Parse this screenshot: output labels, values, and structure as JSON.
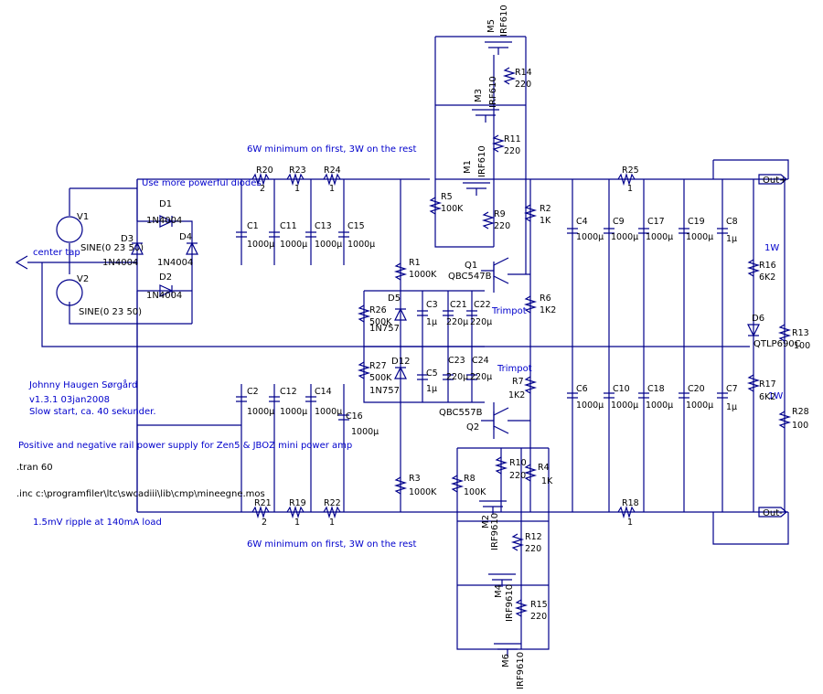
{
  "schematic": {
    "notes": {
      "power_6w_top": "6W minimum on first, 3W on the rest",
      "power_6w_bottom": "6W minimum on first, 3W on the rest",
      "diodes": "Use more powerful diodes",
      "center_tap": "center tap",
      "author": "Johnny Haugen Sørgård",
      "version": "v1.3.1 03jan2008",
      "slow_start": "Slow start, ca. 40 sekunder.",
      "description": "Positive and negative rail power supply for Zen5 & JBOZ mini power amp",
      "tran": ".tran 60",
      "include": ".inc c:\\programfiler\\ltc\\swcadiii\\lib\\cmp\\mineegne.mos",
      "ripple": "1.5mV ripple at 140mA load",
      "trimpot_top": "Trimpot",
      "trimpot_bottom": "Trimpot",
      "watt_top": "1W",
      "watt_bottom": "1W"
    },
    "ports": {
      "out_plus": "Out+",
      "out_minus": "Out-"
    },
    "sources": [
      {
        "ref": "V1",
        "value": "SINE(0 23 50)"
      },
      {
        "ref": "V2",
        "value": "SINE(0 23 50)"
      }
    ],
    "diodes": [
      {
        "ref": "D1",
        "value": "1N4004"
      },
      {
        "ref": "D2",
        "value": "1N4004"
      },
      {
        "ref": "D3",
        "value": "1N4004"
      },
      {
        "ref": "D4",
        "value": "1N4004"
      },
      {
        "ref": "D5",
        "value": "1N757"
      },
      {
        "ref": "D12",
        "value": "1N757"
      },
      {
        "ref": "D6",
        "value": "QTLP690C"
      }
    ],
    "resistors": [
      {
        "ref": "R20",
        "value": "2"
      },
      {
        "ref": "R23",
        "value": "1"
      },
      {
        "ref": "R24",
        "value": "1"
      },
      {
        "ref": "R21",
        "value": "2"
      },
      {
        "ref": "R19",
        "value": "1"
      },
      {
        "ref": "R22",
        "value": "1"
      },
      {
        "ref": "R25",
        "value": "1"
      },
      {
        "ref": "R18",
        "value": "1"
      },
      {
        "ref": "R14",
        "value": "220"
      },
      {
        "ref": "R11",
        "value": "220"
      },
      {
        "ref": "R9",
        "value": "220"
      },
      {
        "ref": "R5",
        "value": "100K"
      },
      {
        "ref": "R2",
        "value": "1K"
      },
      {
        "ref": "R1",
        "value": "1000K"
      },
      {
        "ref": "R6",
        "value": "1K2"
      },
      {
        "ref": "R26",
        "value": "500K"
      },
      {
        "ref": "R27",
        "value": "500K"
      },
      {
        "ref": "R7",
        "value": "1K2"
      },
      {
        "ref": "R3",
        "value": "1000K"
      },
      {
        "ref": "R8",
        "value": "100K"
      },
      {
        "ref": "R10",
        "value": "220"
      },
      {
        "ref": "R4",
        "value": "1K"
      },
      {
        "ref": "R12",
        "value": "220"
      },
      {
        "ref": "R15",
        "value": "220"
      },
      {
        "ref": "R16",
        "value": "6K2"
      },
      {
        "ref": "R13",
        "value": "100"
      },
      {
        "ref": "R17",
        "value": "6K2"
      },
      {
        "ref": "R28",
        "value": "100"
      }
    ],
    "capacitors": [
      {
        "ref": "C1",
        "value": "1000µ"
      },
      {
        "ref": "C11",
        "value": "1000µ"
      },
      {
        "ref": "C13",
        "value": "1000µ"
      },
      {
        "ref": "C15",
        "value": "1000µ"
      },
      {
        "ref": "C2",
        "value": "1000µ"
      },
      {
        "ref": "C12",
        "value": "1000µ"
      },
      {
        "ref": "C14",
        "value": "1000µ"
      },
      {
        "ref": "C16",
        "value": "1000µ"
      },
      {
        "ref": "C3",
        "value": "1µ"
      },
      {
        "ref": "C21",
        "value": "220µ"
      },
      {
        "ref": "C22",
        "value": "220µ"
      },
      {
        "ref": "C5",
        "value": "1µ"
      },
      {
        "ref": "C23",
        "value": "220µ"
      },
      {
        "ref": "C24",
        "value": "220µ"
      },
      {
        "ref": "C4",
        "value": "1000µ"
      },
      {
        "ref": "C9",
        "value": "1000µ"
      },
      {
        "ref": "C17",
        "value": "1000µ"
      },
      {
        "ref": "C19",
        "value": "1000µ"
      },
      {
        "ref": "C8",
        "value": "1µ"
      },
      {
        "ref": "C6",
        "value": "1000µ"
      },
      {
        "ref": "C10",
        "value": "1000µ"
      },
      {
        "ref": "C18",
        "value": "1000µ"
      },
      {
        "ref": "C20",
        "value": "1000µ"
      },
      {
        "ref": "C7",
        "value": "1µ"
      }
    ],
    "transistors": [
      {
        "ref": "Q1",
        "value": "QBC547B"
      },
      {
        "ref": "Q2",
        "value": "QBC557B"
      }
    ],
    "mosfets": [
      {
        "ref": "M5",
        "value": "IRF610"
      },
      {
        "ref": "M3",
        "value": "IRF610"
      },
      {
        "ref": "M1",
        "value": "IRF610"
      },
      {
        "ref": "M2",
        "value": "IRF9610"
      },
      {
        "ref": "M4",
        "value": "IRF9610"
      },
      {
        "ref": "M6",
        "value": "IRF9610"
      }
    ]
  }
}
